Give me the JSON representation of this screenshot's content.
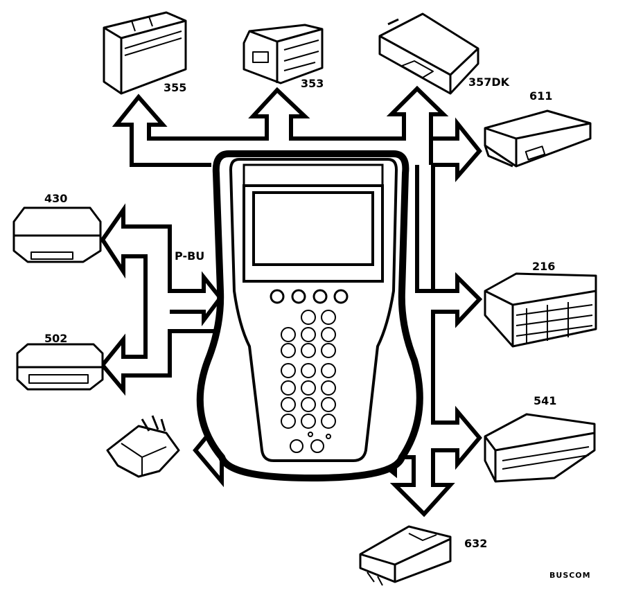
{
  "labels": {
    "module_355": "355",
    "module_353": "353",
    "module_357dk": "357DK",
    "module_611": "611",
    "module_430": "430",
    "module_502": "502",
    "module_216": "216",
    "module_541": "541",
    "module_632": "632",
    "bus_label": "P-BU",
    "corner_code": "BUSCOM"
  }
}
